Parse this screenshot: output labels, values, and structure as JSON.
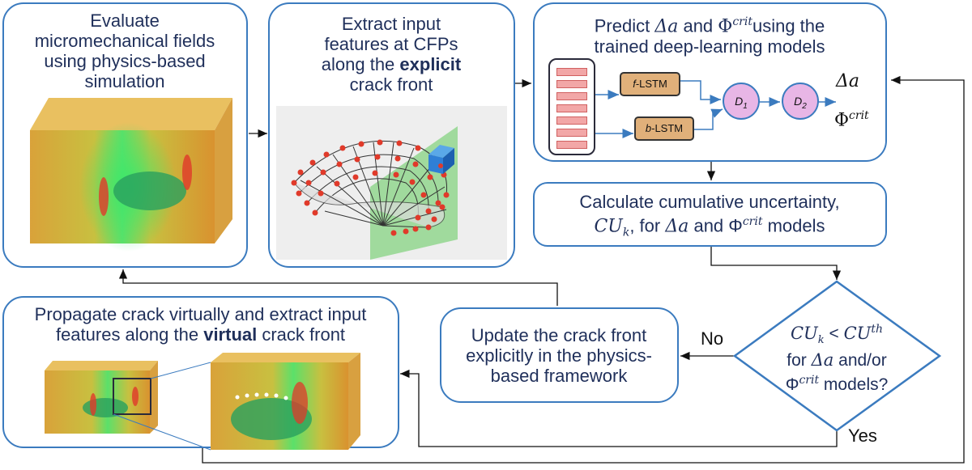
{
  "colors": {
    "border": "#3b7bbf",
    "title_text": "#1f2f5a",
    "lstm_fill": "#e0b07a",
    "node_fill": "#e8b6e6",
    "crack_red": "#e03a2a"
  },
  "box1": {
    "line1": "Evaluate",
    "line2": "micromechanical fields",
    "line3": "using physics-based",
    "line4": "simulation"
  },
  "box2": {
    "line1": "Extract input",
    "line2": "features at CFPs",
    "line3_pre": "along the ",
    "line3_bold": "explicit",
    "line4": "crack front"
  },
  "box3": {
    "pre": "Predict ",
    "delta_a": "Δa",
    "and": " and ",
    "phi": "Φ",
    "crit": "crit",
    "post": "using the",
    "line2": "trained deep-learning models",
    "f_lstm_prefix": "f",
    "b_lstm_prefix": "b",
    "lstm_suffix": "-LSTM",
    "d1": "D",
    "d1_sub": "1",
    "d2": "D",
    "d2_sub": "2",
    "out_delta_a": "Δa",
    "out_phi": "Φ",
    "out_crit": "crit"
  },
  "box4": {
    "line1": "Calculate cumulative uncertainty,",
    "cu": "CU",
    "cu_sub": "k",
    "line2_mid": ", for ",
    "delta_a": "Δa",
    "and": " and ",
    "phi": "Φ",
    "crit": "crit",
    "models": " models"
  },
  "diamond": {
    "cu": "CU",
    "cu_sub": "k",
    "lt": " < ",
    "cu_th": "CU",
    "th": "th",
    "line2_pre": "for ",
    "delta_a": "Δa",
    "line2_post": " and/or",
    "phi": "Φ",
    "crit": "crit",
    "line3_post": " models?"
  },
  "box5": {
    "line1": "Update the crack front",
    "line2": "explicitly in the physics-",
    "line3": "based framework"
  },
  "box6": {
    "line1": "Propagate crack virtually and extract input",
    "line2_pre": "features along the ",
    "line2_bold": "virtual",
    "line2_post": " crack front"
  },
  "labels": {
    "no": "No",
    "yes": "Yes"
  }
}
